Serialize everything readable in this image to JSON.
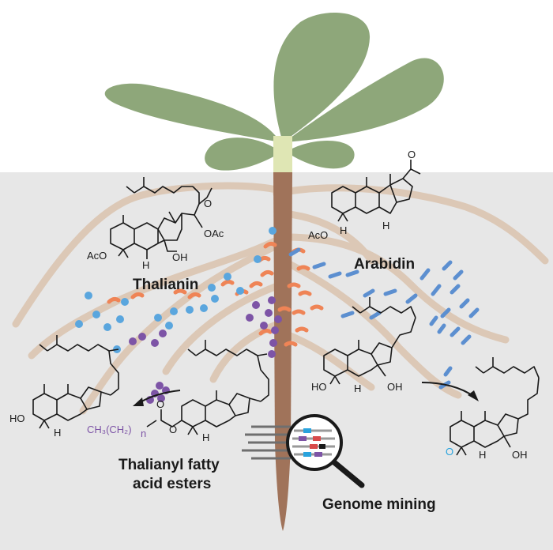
{
  "labels": {
    "thalianin": "Thalianin",
    "arabidin": "Arabidin",
    "esters_line1": "Thalianyl fatty",
    "esters_line2": "acid esters",
    "genome": "Genome mining"
  },
  "chem_text": {
    "oac": "OAc",
    "aco_thalianin": "AcO",
    "aco_arabidin": "AcO",
    "oh_thalianin": "OH",
    "h_thalianin": "H",
    "h_arabidin": "H",
    "h_arabidin_c": "H",
    "o_thalianin": "O",
    "o_arabidin": "O",
    "ho_left": "HO",
    "h_left": "H",
    "ho_center": "HO",
    "h_center": "H",
    "oh_center": "OH",
    "o_ester": "O",
    "o_ester_link": "O",
    "h_ester": "H",
    "fatty_chain": "CH₃(CH₂)",
    "fatty_n": "n",
    "o_ketone": "O",
    "h_right": "H",
    "oh_right": "OH"
  },
  "colors": {
    "soil": "#e7e7e7",
    "leaf": "#8ea77a",
    "stem": "#dfe6b4",
    "root": "#a0735a",
    "root_hair": "#dcc8b6",
    "blue_dot": "#5aa6de",
    "purple_dot": "#7d54a6",
    "orange_dash": "#ef8456",
    "blue_dash": "#5c8fd0",
    "fatty_text": "#7d54a6",
    "ketone": "#29a3dd"
  }
}
